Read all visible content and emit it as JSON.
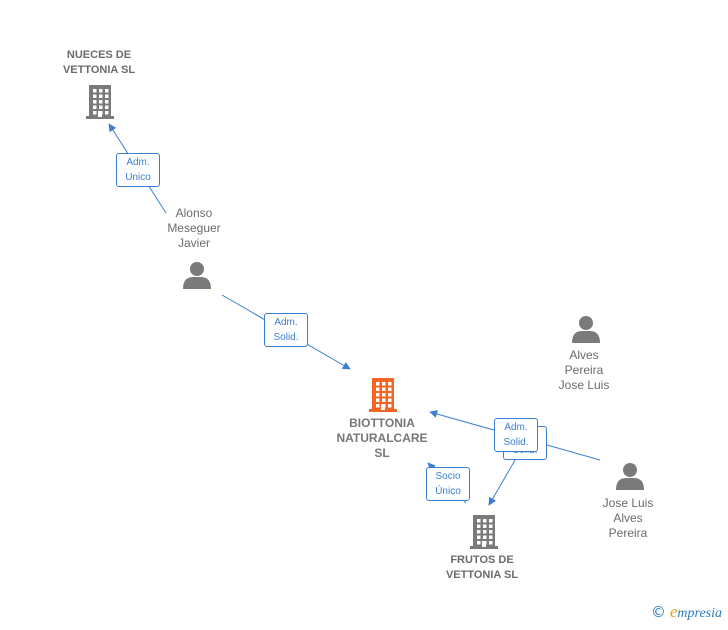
{
  "nodes": [
    {
      "id": "nueces",
      "type": "company",
      "label": "NUECES DE\nVETTONIA  SL",
      "color": "#7a7a7a",
      "icon": "building-icon"
    },
    {
      "id": "alonso",
      "type": "person",
      "label": "Alonso\nMeseguer\nJavier",
      "color": "#7a7a7a",
      "icon": "person-icon"
    },
    {
      "id": "biottonia",
      "type": "company-focus",
      "label": "BIOTTONIA\nNATURALCARE\nSL",
      "color": "#f26522",
      "icon": "building-icon"
    },
    {
      "id": "alves",
      "type": "person",
      "label": "Alves\nPereira\nJose Luis",
      "color": "#7a7a7a",
      "icon": "person-icon"
    },
    {
      "id": "joseluis",
      "type": "person",
      "label": "Jose Luis\nAlves\nPereira",
      "color": "#7a7a7a",
      "icon": "person-icon"
    },
    {
      "id": "frutos",
      "type": "company",
      "label": "FRUTOS DE\nVETTONIA SL",
      "color": "#7a7a7a",
      "icon": "building-icon"
    }
  ],
  "edges": [
    {
      "from": "alonso",
      "to": "nueces",
      "label": "Adm.\nUnico"
    },
    {
      "from": "alonso",
      "to": "biottonia",
      "label": "Adm.\nSolid."
    },
    {
      "from": "alves",
      "to": "frutos",
      "label": "Adm.\nSolid."
    },
    {
      "from": "joseluis",
      "to": "biottonia",
      "label": "Adm.\nSolid."
    },
    {
      "from": "biottonia",
      "to": "frutos",
      "label": "Socio\nÚnico"
    }
  ],
  "edge_color": "#3b7fd4",
  "footer": {
    "copyright": "©",
    "brand_initial": "e",
    "brand_rest": "mpresia"
  }
}
